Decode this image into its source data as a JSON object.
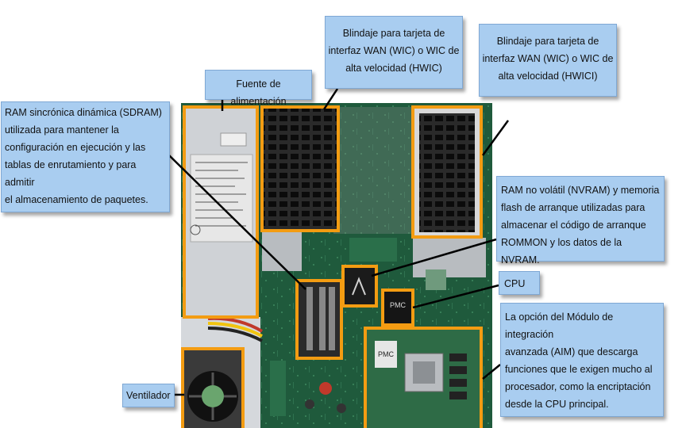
{
  "labels": {
    "sdram": {
      "lines": [
        "RAM sincrónica dinámica (SDRAM)",
        "utilizada para mantener la",
        "configuración en ejecución y las",
        "tablas de enrutamiento y para admitir",
        "el almacenamiento de paquetes."
      ]
    },
    "power": {
      "lines": [
        "Fuente de alimentación"
      ]
    },
    "wic_shield": {
      "lines": [
        "Blindaje para tarjeta de",
        "interfaz WAN (WIC) o WIC de",
        "alta velocidad (HWIC)"
      ]
    },
    "hwic_shield": {
      "lines": [
        "Blindaje para tarjeta de",
        "interfaz WAN (WIC) o WIC de",
        "alta velocidad (HWICI)"
      ]
    },
    "nvram": {
      "lines": [
        "RAM no volátil (NVRAM) y memoria",
        "flash de arranque utilizadas para",
        "almacenar el código de arranque",
        "ROMMON y los datos de la NVRAM."
      ]
    },
    "cpu": {
      "lines": [
        "CPU"
      ]
    },
    "aim": {
      "lines": [
        "La opción del Módulo de integración",
        "avanzada (AIM) que descarga",
        "funciones que le exigen mucho al",
        "procesador, como la encriptación",
        "desde la CPU principal."
      ]
    },
    "fan": {
      "lines": [
        "Ventilador"
      ]
    }
  },
  "chip_marks": {
    "cpu_chip": "PMC",
    "aim_chip": "PMC"
  },
  "colors": {
    "callout_fill": "#a9cdf0",
    "highlight": "#f39c12",
    "board": "#1f5a3c"
  }
}
